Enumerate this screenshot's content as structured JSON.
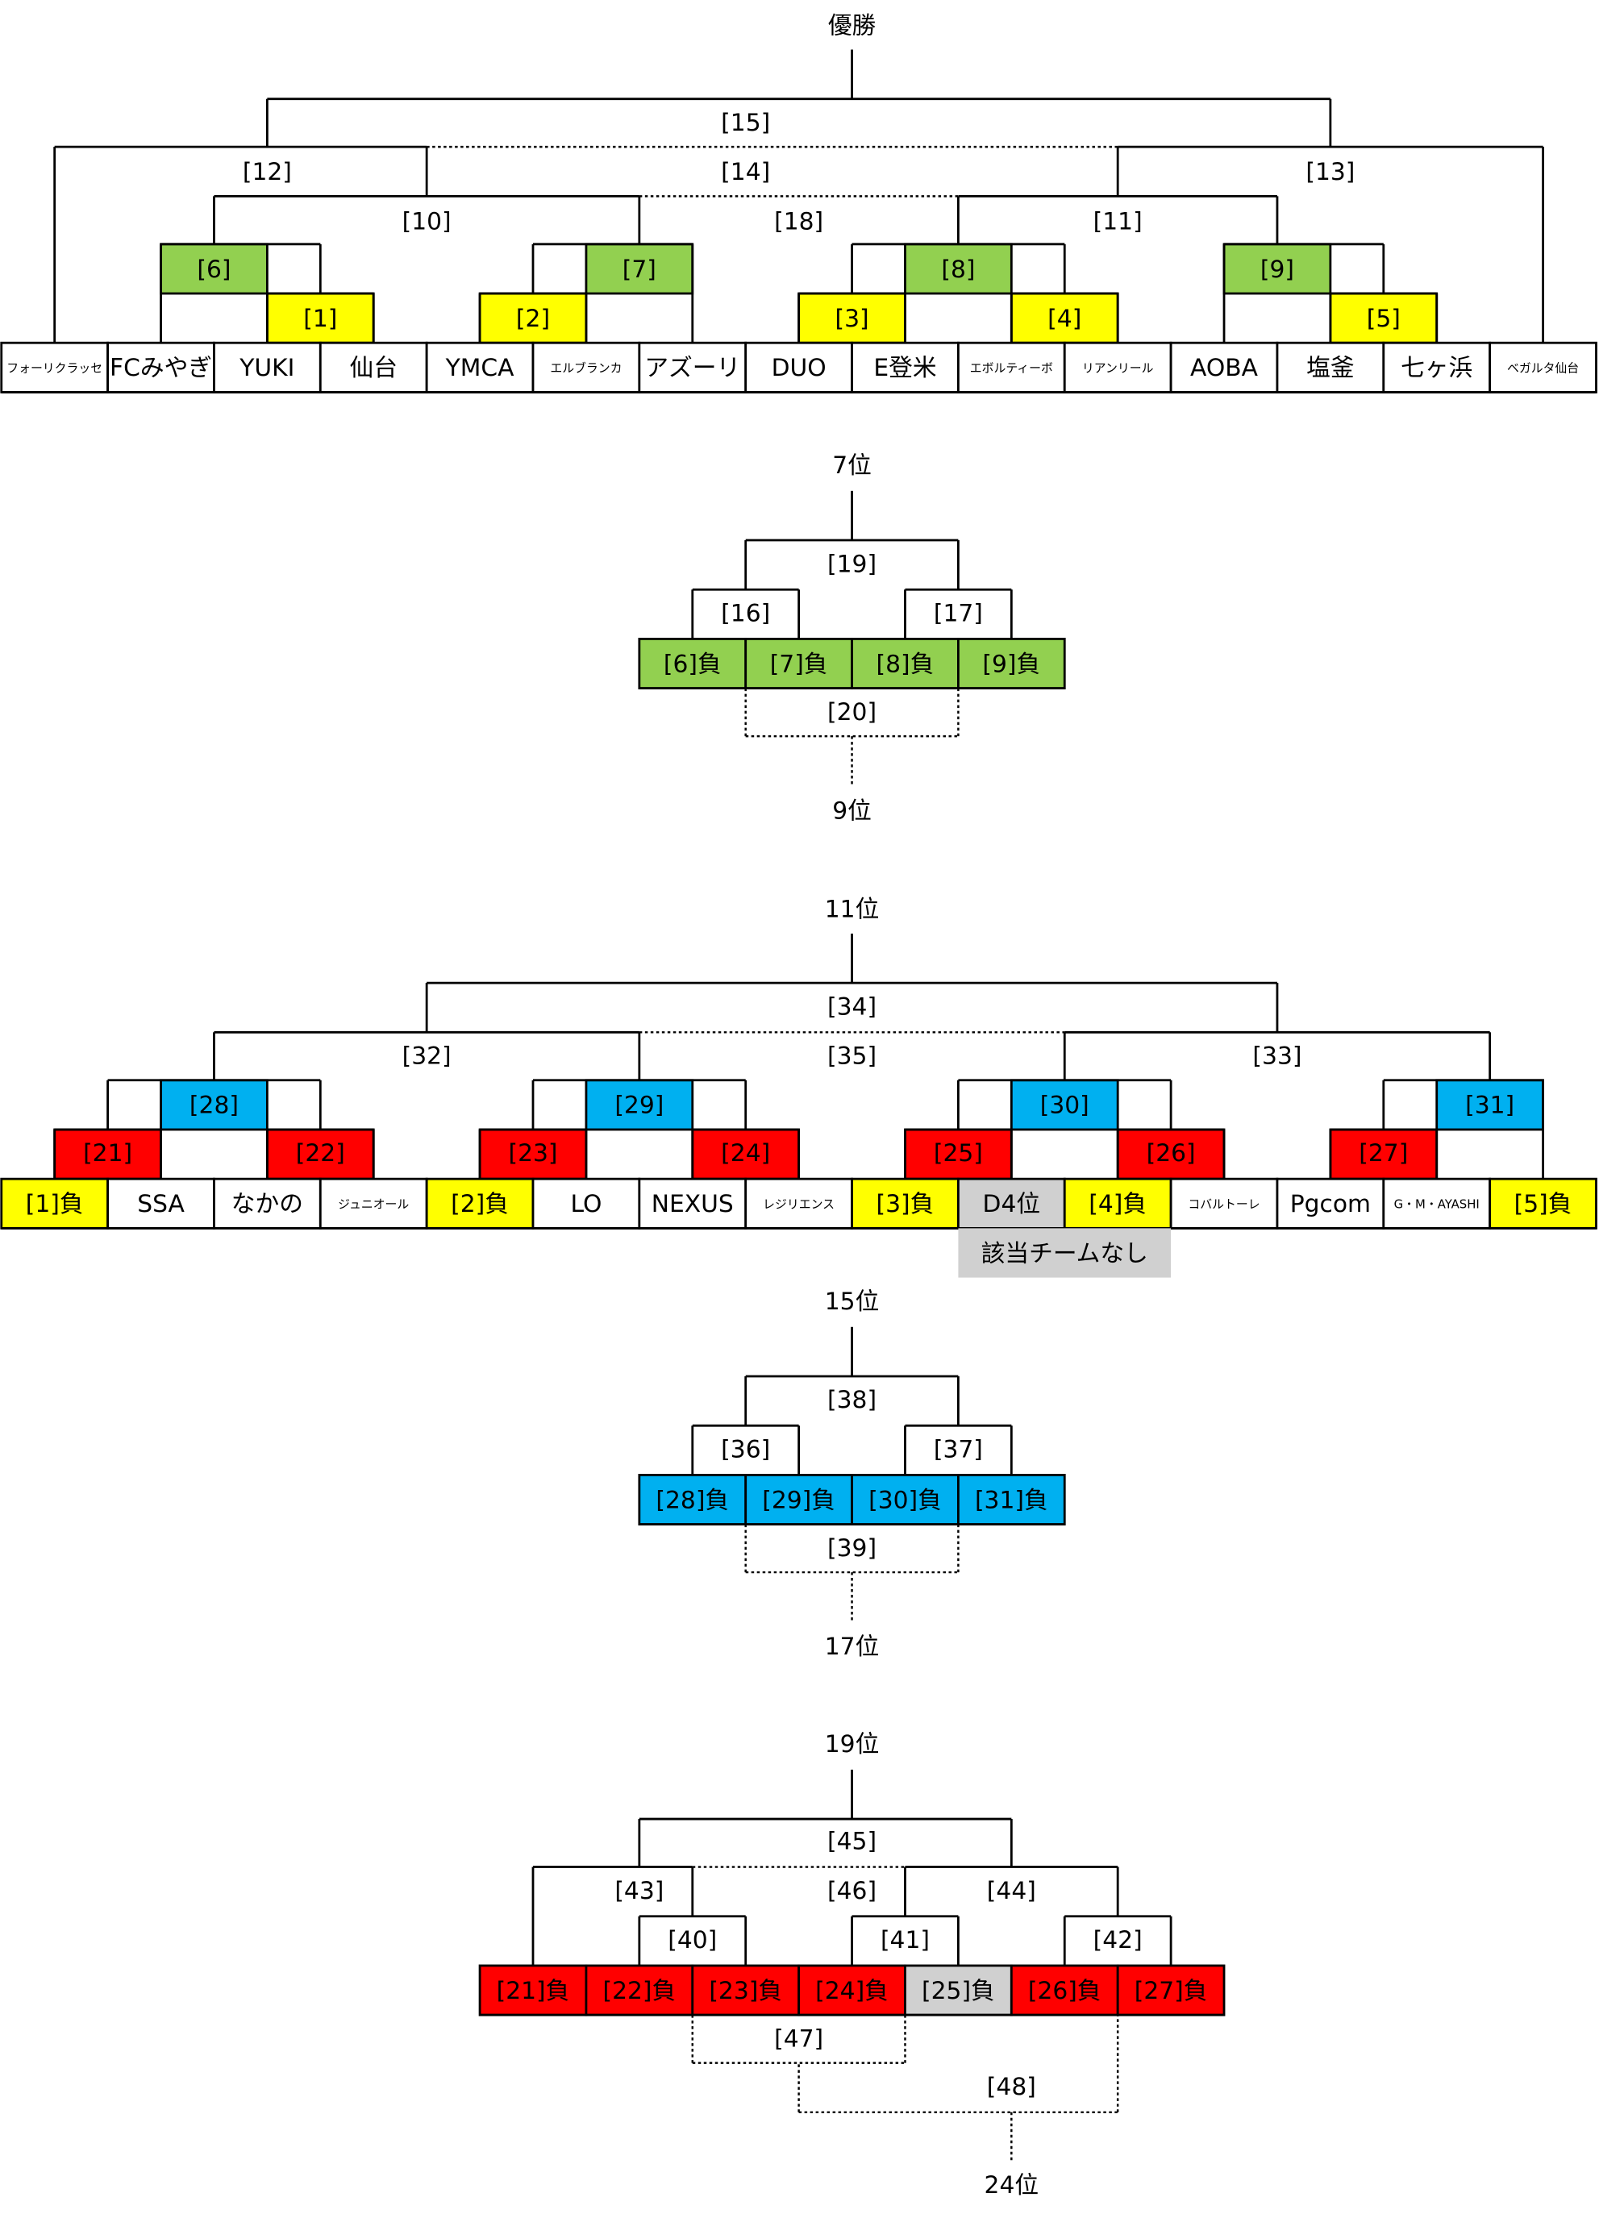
{
  "colors": {
    "yellow": "#FFFF00",
    "green": "#92D050",
    "blue": "#00B0F0",
    "red": "#FF0000",
    "gray": "#D0D0D0",
    "white": "#FFFFFF"
  },
  "final": {
    "title": "優勝",
    "matches": {
      "1": "[1]",
      "2": "[2]",
      "3": "[3]",
      "4": "[4]",
      "5": "[5]",
      "6": "[6]",
      "7": "[7]",
      "8": "[8]",
      "9": "[9]",
      "10": "[10]",
      "11": "[11]",
      "12": "[12]",
      "13": "[13]",
      "14": "[14]",
      "15": "[15]",
      "18": "[18]"
    },
    "cells": [
      {
        "name": "フォーリクラッセ",
        "color": "white"
      },
      {
        "name": "FCみやぎ",
        "color": "white"
      },
      {
        "name": "YUKI",
        "color": "white"
      },
      {
        "name": "仙台",
        "color": "white"
      },
      {
        "name": "YMCA",
        "color": "white"
      },
      {
        "name": "エルブランカ",
        "color": "white"
      },
      {
        "name": "アズーリ",
        "color": "white"
      },
      {
        "name": "DUO",
        "color": "white"
      },
      {
        "name": "E登米",
        "color": "white"
      },
      {
        "name": "エボルティーボ",
        "color": "white"
      },
      {
        "name": "リアンリール",
        "color": "white"
      },
      {
        "name": "AOBA",
        "color": "white"
      },
      {
        "name": "塩釜",
        "color": "white"
      },
      {
        "name": "七ヶ浜",
        "color": "white"
      },
      {
        "name": "ベガルタ仙台",
        "color": "white"
      }
    ]
  },
  "seventh": {
    "title": "7位",
    "bottom_title": "9位",
    "matches": {
      "16": "[16]",
      "17": "[17]",
      "19": "[19]",
      "20": "[20]"
    },
    "cells": [
      {
        "name": "[6]負",
        "color": "green"
      },
      {
        "name": "[7]負",
        "color": "green"
      },
      {
        "name": "[8]負",
        "color": "green"
      },
      {
        "name": "[9]負",
        "color": "green"
      }
    ]
  },
  "eleventh": {
    "title": "11位",
    "matches": {
      "21": "[21]",
      "22": "[22]",
      "23": "[23]",
      "24": "[24]",
      "25": "[25]",
      "26": "[26]",
      "27": "[27]",
      "28": "[28]",
      "29": "[29]",
      "30": "[30]",
      "31": "[31]",
      "32": "[32]",
      "33": "[33]",
      "34": "[34]",
      "35": "[35]"
    },
    "cells": [
      {
        "name": "[1]負",
        "color": "yellow"
      },
      {
        "name": "SSA",
        "color": "white"
      },
      {
        "name": "なかの",
        "color": "white"
      },
      {
        "name": "ジュニオール",
        "color": "white"
      },
      {
        "name": "[2]負",
        "color": "yellow"
      },
      {
        "name": "LO",
        "color": "white"
      },
      {
        "name": "NEXUS",
        "color": "white"
      },
      {
        "name": "レジリエンス",
        "color": "white"
      },
      {
        "name": "[3]負",
        "color": "yellow"
      },
      {
        "name": "D4位",
        "color": "gray"
      },
      {
        "name": "[4]負",
        "color": "yellow"
      },
      {
        "name": "コバルトーレ",
        "color": "white"
      },
      {
        "name": "Pgcom",
        "color": "white"
      },
      {
        "name": "G・M・AYASHI",
        "color": "white"
      },
      {
        "name": "[5]負",
        "color": "yellow"
      }
    ],
    "note": "該当チームなし"
  },
  "fifteenth": {
    "title": "15位",
    "bottom_title": "17位",
    "matches": {
      "36": "[36]",
      "37": "[37]",
      "38": "[38]",
      "39": "[39]"
    },
    "cells": [
      {
        "name": "[28]負",
        "color": "blue"
      },
      {
        "name": "[29]負",
        "color": "blue"
      },
      {
        "name": "[30]負",
        "color": "blue"
      },
      {
        "name": "[31]負",
        "color": "blue"
      }
    ]
  },
  "nineteenth": {
    "title": "19位",
    "bottom_title": "24位",
    "matches": {
      "40": "[40]",
      "41": "[41]",
      "42": "[42]",
      "43": "[43]",
      "44": "[44]",
      "45": "[45]",
      "46": "[46]",
      "47": "[47]",
      "48": "[48]"
    },
    "cells": [
      {
        "name": "[21]負",
        "color": "red"
      },
      {
        "name": "[22]負",
        "color": "red"
      },
      {
        "name": "[23]負",
        "color": "red"
      },
      {
        "name": "[24]負",
        "color": "red"
      },
      {
        "name": "[25]負",
        "color": "gray"
      },
      {
        "name": "[26]負",
        "color": "red"
      },
      {
        "name": "[27]負",
        "color": "red"
      }
    ]
  }
}
